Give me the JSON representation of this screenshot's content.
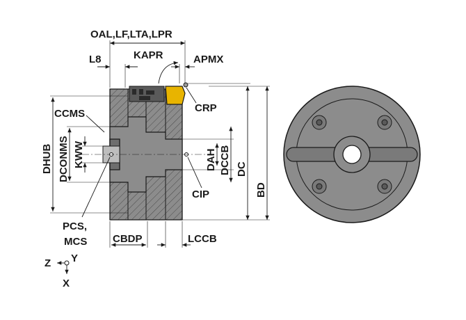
{
  "labels": {
    "oal_lf_lta_lpr": "OAL,LF,LTA,LPR",
    "l8": "L8",
    "kapr": "KAPR",
    "apmx": "APMX",
    "crp": "CRP",
    "ccms": "CCMS",
    "dhub": "DHUB",
    "dconms": "DCONMS",
    "kww": "KWW",
    "dah": "DAH",
    "dccb": "DCCB",
    "dc": "DC",
    "bd": "BD",
    "cip": "CIP",
    "pcs_mcs_line1": "PCS,",
    "pcs_mcs_line2": "MCS",
    "cbdp": "CBDP",
    "lccb": "LCCB",
    "axis_z": "Z",
    "axis_y": "Y",
    "axis_x": "X"
  },
  "colors": {
    "body": "#8c8c8c",
    "body_dark": "#6e6e6e",
    "insert": "#e8b400",
    "line": "#1a1a1a"
  }
}
